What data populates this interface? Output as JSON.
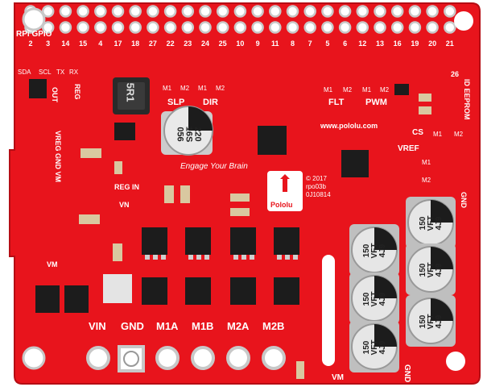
{
  "board": {
    "header_title": "RPi GPIO",
    "gpio_pins": [
      "2",
      "3",
      "14",
      "15",
      "4",
      "17",
      "18",
      "27",
      "22",
      "23",
      "24",
      "25",
      "10",
      "9",
      "11",
      "8",
      "7",
      "5",
      "6",
      "12",
      "13",
      "16",
      "19",
      "20",
      "21"
    ],
    "pin_26": "26",
    "i2c_labels": [
      "SDA",
      "SCL",
      "TX",
      "RX"
    ],
    "out_label": "OUT",
    "reg_label": "REG",
    "vreg_label": "VREG GND VM",
    "reg_in_label": "REG IN",
    "vn_label": "VN",
    "vm_left_label": "VM",
    "inductor_marking": "5R1",
    "slp_label": "SLP",
    "dir_label": "DIR",
    "m_pair_left": [
      "M1",
      "M2",
      "M1",
      "M2"
    ],
    "m_pair_right": [
      "M1",
      "M2",
      "M1",
      "M2"
    ],
    "flt_label": "FLT",
    "pwm_label": "PWM",
    "id_eeprom": "ID EEPROM",
    "cs_label": "CS",
    "cs_m": [
      "M1",
      "M2"
    ],
    "vref_label": "VREF",
    "vref_m": [
      "M1",
      "M2"
    ],
    "website": "www.pololu.com",
    "tagline": "Engage Your Brain",
    "copyright": "© 2017",
    "rev": "rpo03b",
    "serial": "0J10814",
    "logo_text": "Pololu",
    "big_cap": [
      "220",
      "16S",
      "056"
    ],
    "small_caps": [
      "150",
      "VFT",
      "4J9"
    ],
    "gnd_right": "GND",
    "vm_bottom": "VM",
    "gnd_bottom": "GND",
    "terminals": [
      "VIN",
      "GND",
      "M1A",
      "M1B",
      "M2A",
      "M2B"
    ]
  },
  "colors": {
    "board": "#e8141c",
    "silk": "#ffffff",
    "pad": "#d8d8d8",
    "chip": "#1c1c1c"
  }
}
